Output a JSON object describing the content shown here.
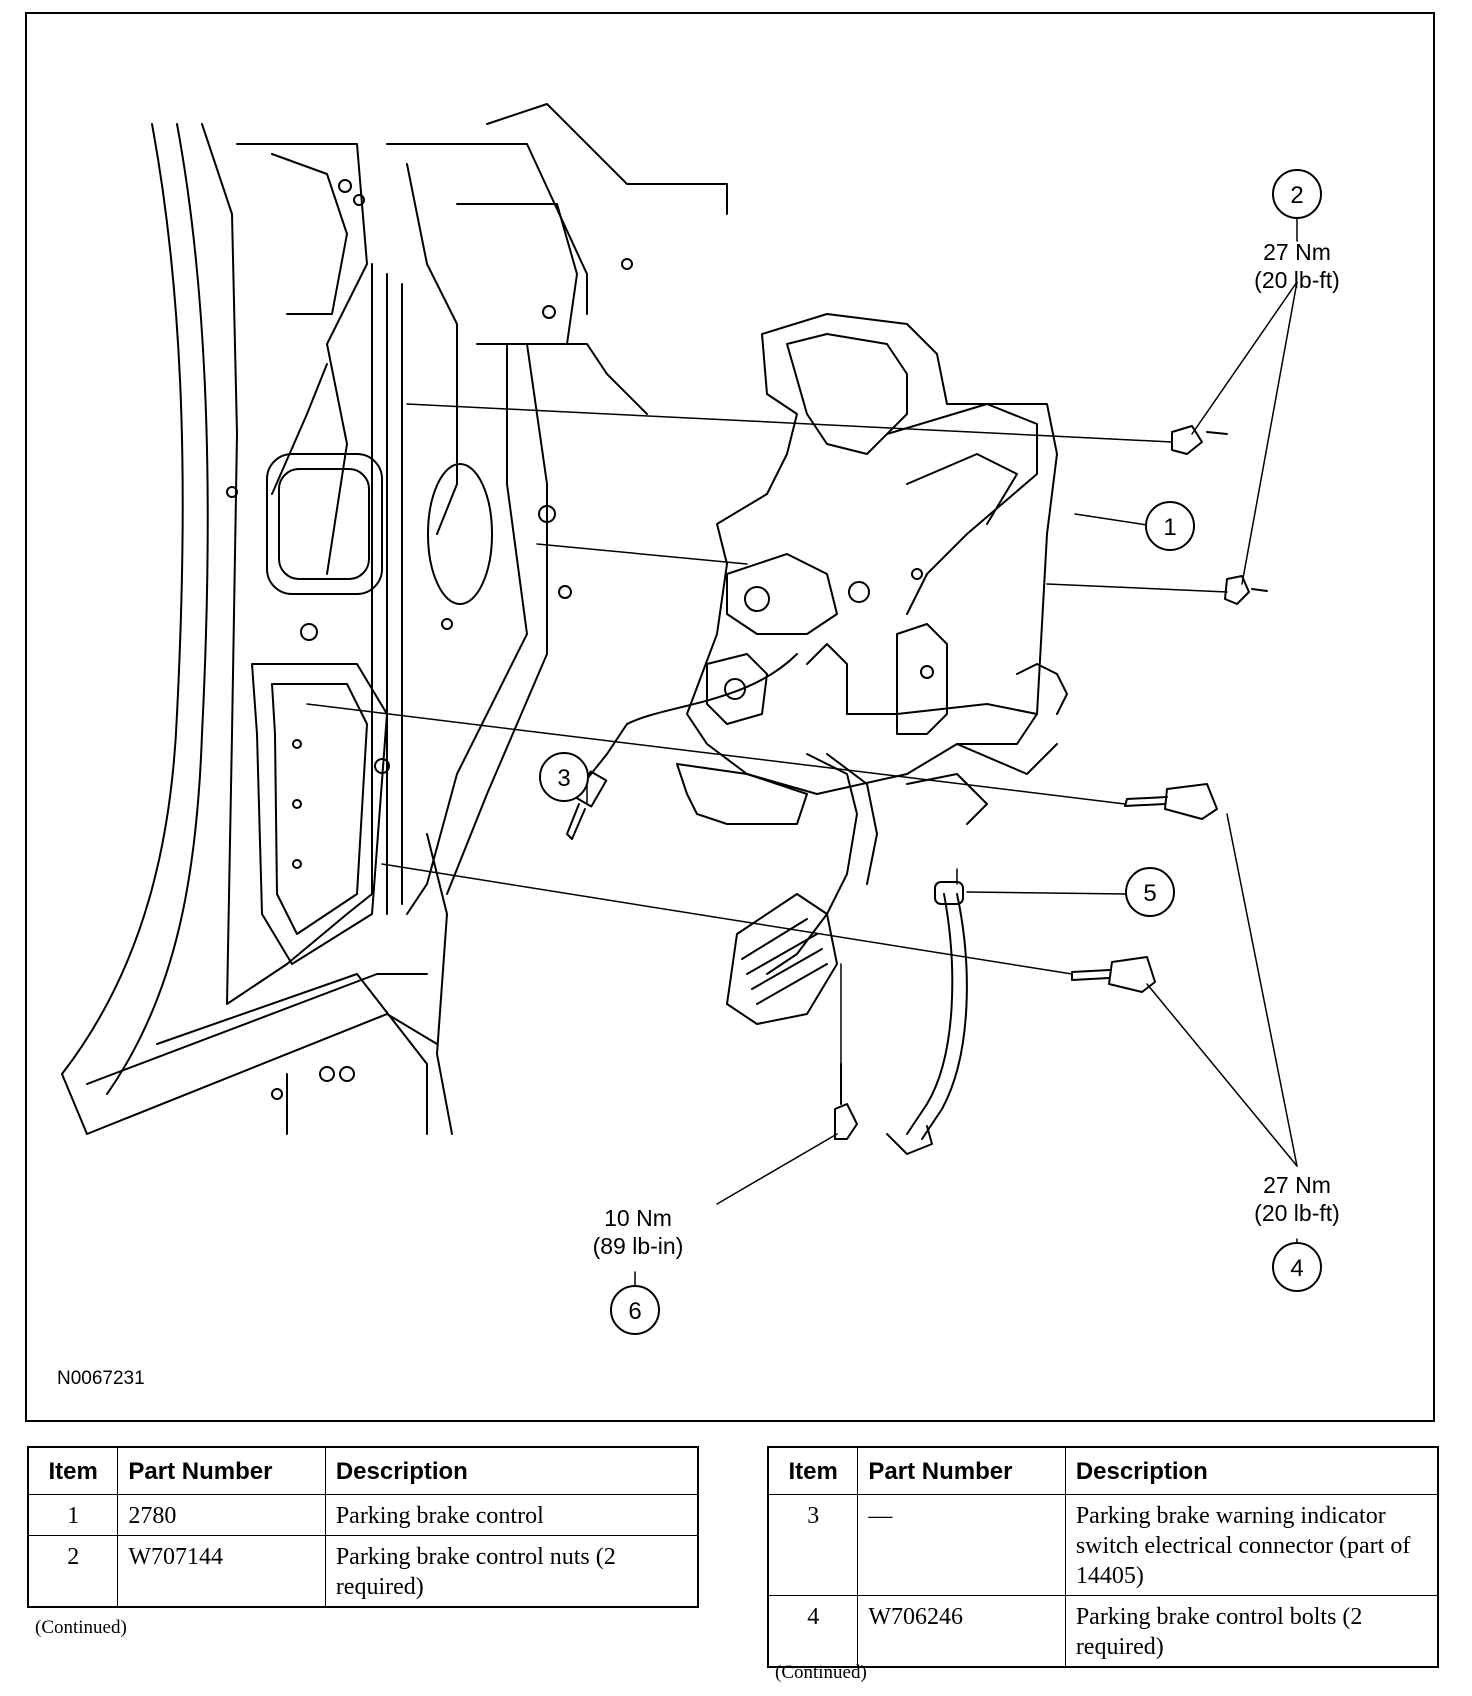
{
  "figure": {
    "id": "N0067231",
    "callouts": [
      {
        "num": "1",
        "torque": []
      },
      {
        "num": "2",
        "torque": [
          "27 Nm",
          "(20 lb-ft)"
        ]
      },
      {
        "num": "3",
        "torque": []
      },
      {
        "num": "4",
        "torque": [
          "27 Nm",
          "(20 lb-ft)"
        ]
      },
      {
        "num": "5",
        "torque": []
      },
      {
        "num": "6",
        "torque": [
          "10 Nm",
          "(89 lb-in)"
        ]
      }
    ]
  },
  "tables": [
    {
      "headers": {
        "item": "Item",
        "part": "Part Number",
        "desc": "Description"
      },
      "rows": [
        {
          "item": "1",
          "part": "2780",
          "desc": "Parking brake control"
        },
        {
          "item": "2",
          "part": "W707144",
          "desc": "Parking brake control nuts (2 required)"
        }
      ],
      "footer": "(Continued)"
    },
    {
      "headers": {
        "item": "Item",
        "part": "Part Number",
        "desc": "Description"
      },
      "rows": [
        {
          "item": "3",
          "part": "—",
          "desc": "Parking brake warning indicator switch electrical connector (part of 14405)"
        },
        {
          "item": "4",
          "part": "W706246",
          "desc": "Parking brake control bolts (2 required)"
        }
      ],
      "footer": "(Continued)"
    }
  ]
}
